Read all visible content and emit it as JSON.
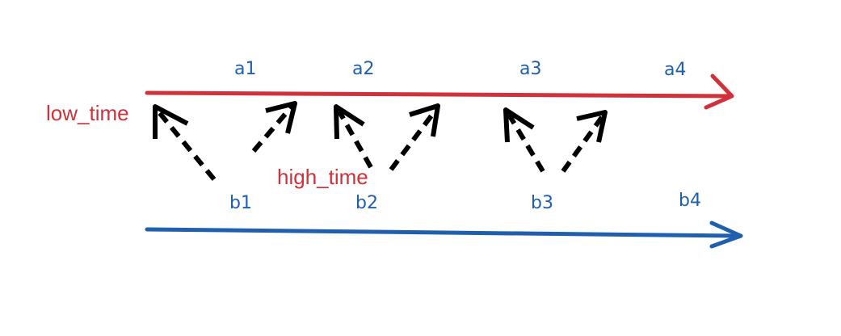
{
  "labels": {
    "low": "low_time",
    "high": "high_time"
  },
  "top_marks": [
    "a1",
    "a2",
    "a3",
    "a4"
  ],
  "bottom_marks": [
    "b1",
    "b2",
    "b3",
    "b4"
  ],
  "colors": {
    "red": "#d0313a",
    "blue": "#1f5fae",
    "black": "#000000"
  }
}
